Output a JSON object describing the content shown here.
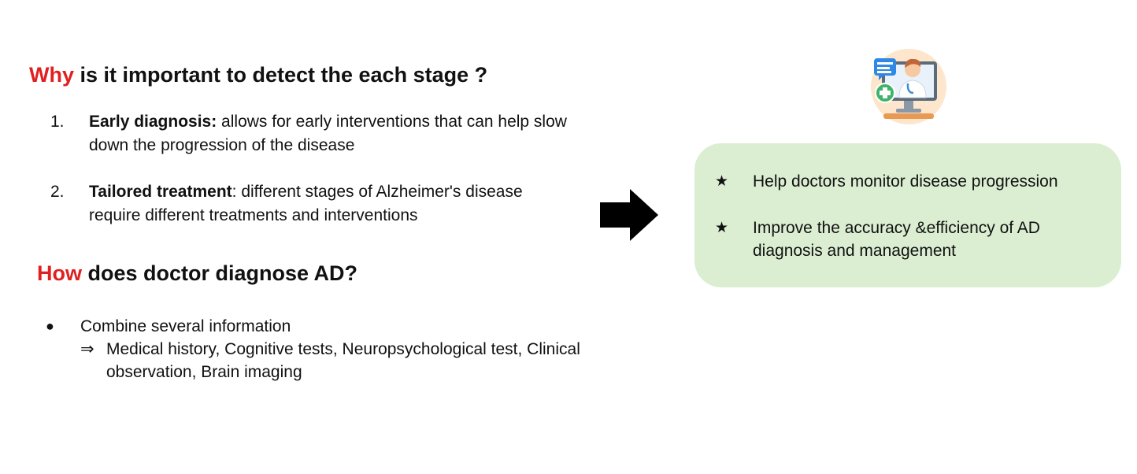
{
  "why_section": {
    "heading_accent": "Why",
    "heading_rest": " is it important to detect the each stage ?",
    "items": [
      {
        "number": "1.",
        "bold": "Early diagnosis:",
        "text": " allows for early interventions that can help slow down the progression of the disease"
      },
      {
        "number": "2.",
        "bold": "Tailored treatment",
        "text": ": different stages of Alzheimer's disease require different treatments and interventions"
      }
    ]
  },
  "how_section": {
    "heading_accent": "How",
    "heading_rest": " does doctor diagnose AD?",
    "bullet_glyph": "●",
    "bullet_text": "Combine several information",
    "sub_arrow": "⇒",
    "sub_text": "Medical history, Cognitive tests, Neuropsychological test, Clinical observation, Brain imaging"
  },
  "summary_box": {
    "bullet_glyph": "★",
    "items": [
      "Help doctors monitor disease progression",
      "Improve the accuracy &efficiency of AD diagnosis and management"
    ]
  },
  "colors": {
    "accent_red": "#e02020",
    "box_green": "#dbeed2"
  },
  "icons": {
    "arrow": "right-arrow-icon",
    "doctor": "doctor-online-icon"
  }
}
